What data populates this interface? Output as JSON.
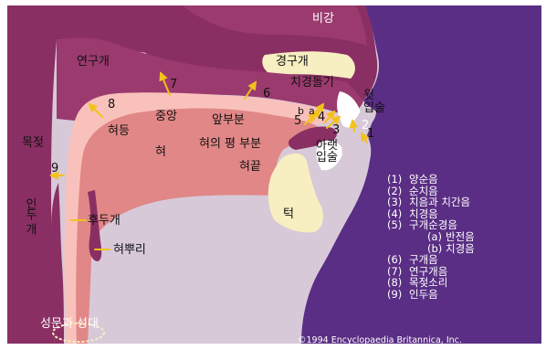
{
  "colors": {
    "face": "#5a2e84",
    "head_bg": "#d8c9d9",
    "tissue": "#8a2f63",
    "palate": "#9b3a6e",
    "bone": "#f7eec1",
    "tongue": "#e18787",
    "oral_cavity": "#f9c1bb",
    "teeth": "#ffffff",
    "arrow": "#f2c21b"
  },
  "labels": {
    "nasal_cavity": "비강",
    "soft_palate": "연구개",
    "hard_palate": "경구개",
    "alveolar_ridge": "치경돌기",
    "upper_teeth": "윗",
    "upper_lip": "입술",
    "pharynx": "목젖",
    "tongue_back": "혀등",
    "tongue_center": "중앙",
    "tongue_front": "앞부분",
    "tongue": "혀",
    "tongue_blade": "혀의 평 부분",
    "tongue_tip": "혀끝",
    "lower_teeth": "아랫",
    "lower_lip": "입술",
    "jaw": "턱",
    "epiglottis_top": "인두",
    "epiglottis_bottom": "개",
    "epiglottis": "후두개",
    "tongue_root": "혀뿌리",
    "glottis": "성문과 성대"
  },
  "arrow_numbers": [
    "1",
    "2",
    "3",
    "4",
    "5",
    "6",
    "7",
    "8",
    "9"
  ],
  "arrow_letters": [
    "a",
    "b"
  ],
  "legend": [
    {
      "num": "(1)",
      "text": "양순음"
    },
    {
      "num": "(2)",
      "text": "순치음"
    },
    {
      "num": "(3)",
      "text": "치음과 치간음"
    },
    {
      "num": "(4)",
      "text": "치경음"
    },
    {
      "num": "(5)",
      "text": "구개순경음"
    },
    {
      "num": "(a)",
      "text": "반전음",
      "sub": true
    },
    {
      "num": "(b)",
      "text": "치경음",
      "sub": true
    },
    {
      "num": "(6)",
      "text": "구개음"
    },
    {
      "num": "(7)",
      "text": "연구개음"
    },
    {
      "num": "(8)",
      "text": "목젖소리"
    },
    {
      "num": "(9)",
      "text": "인두음"
    }
  ],
  "copyright": "©1994 Encyclopaedia Britannica, Inc."
}
